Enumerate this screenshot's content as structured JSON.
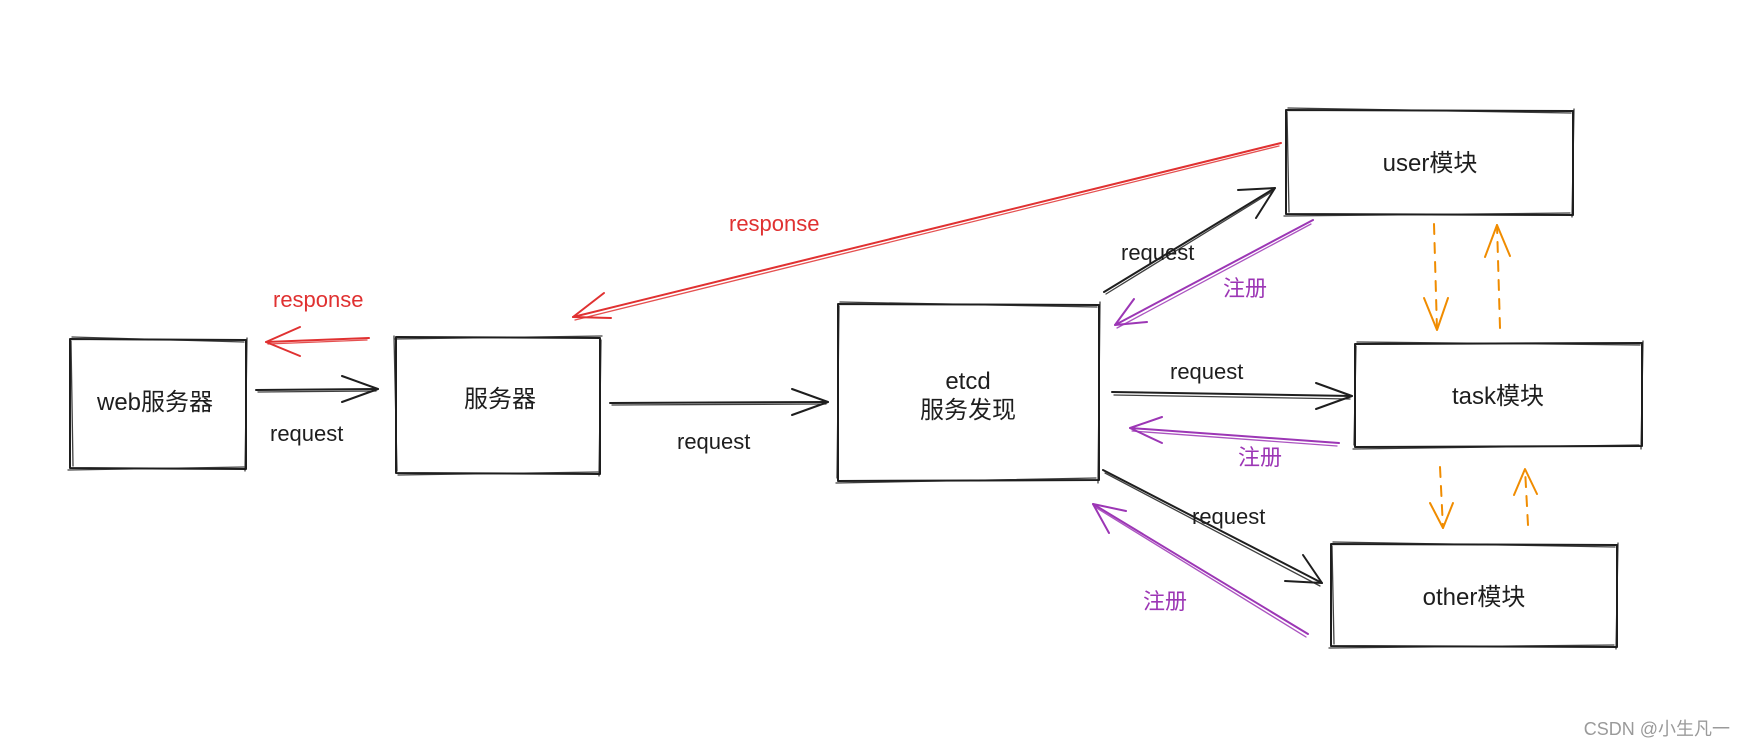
{
  "colors": {
    "ink": "#1e1e1e",
    "response": "#e03131",
    "register": "#9c36b5",
    "peer": "#f08c00",
    "watermark": "#9a9a9a"
  },
  "boxes": {
    "web": "web服务器",
    "server": "服务器",
    "etcd_line1": "etcd",
    "etcd_line2": "服务发现",
    "user": "user模块",
    "task": "task模块",
    "other": "other模块"
  },
  "edges": {
    "web_to_server": "request",
    "server_to_web": "response",
    "server_to_etcd": "request",
    "user_to_server": "response",
    "etcd_to_user": "request",
    "user_register": "注册",
    "etcd_to_task": "request",
    "task_register": "注册",
    "etcd_to_other": "request",
    "other_register": "注册"
  },
  "watermark": "CSDN @小生凡一"
}
